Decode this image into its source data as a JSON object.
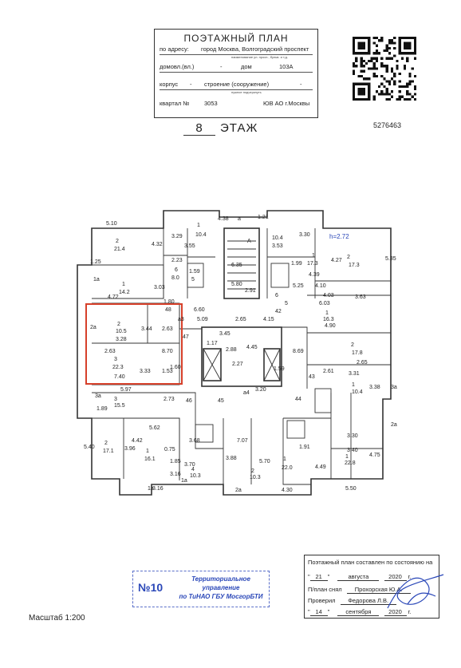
{
  "header": {
    "title": "ПОЭТАЖНЫЙ ПЛАН",
    "address_label": "по адресу:",
    "address_value": "город Москва, Волгоградский проспект",
    "address_hint": "наименование ул. просп., бульв. и т.д.",
    "house_label": "домовл.(вл.)",
    "house_value": "-",
    "dom_label": "дом",
    "dom_value": "103А",
    "korpus_label": "корпус",
    "korpus_value": "-",
    "building_label": "строение (сооружение)",
    "building_value": "-",
    "building_hint": "нужное подчеркнуть",
    "kvartal_label": "квартал №",
    "kvartal_value": "3053",
    "district_value": "ЮВ АО г.Москвы"
  },
  "floor": {
    "number": "8",
    "label": "ЭТАЖ"
  },
  "doc_code": "5276463",
  "plan": {
    "height_label": "h=2.72",
    "labels": [
      {
        "t": "4.38"
      },
      {
        "t": "а"
      },
      {
        "t": "1.21"
      },
      {
        "t": "5.10"
      },
      {
        "t": "2"
      },
      {
        "t": "21.4"
      },
      {
        "t": "4.32"
      },
      {
        "t": "3.29"
      },
      {
        "t": "1"
      },
      {
        "t": "10.4"
      },
      {
        "t": "3.55"
      },
      {
        "t": "А"
      },
      {
        "t": "3.53"
      },
      {
        "t": "10.4"
      },
      {
        "t": "3.30"
      },
      {
        "t": "1.25"
      },
      {
        "t": "2.23"
      },
      {
        "t": "6"
      },
      {
        "t": "8.0"
      },
      {
        "t": "1.59"
      },
      {
        "t": "5"
      },
      {
        "t": "1.99"
      },
      {
        "t": "1"
      },
      {
        "t": "17.3"
      },
      {
        "t": "4.39"
      },
      {
        "t": "4.27"
      },
      {
        "t": "2"
      },
      {
        "t": "17.3"
      },
      {
        "t": "5.35"
      },
      {
        "t": "1а"
      },
      {
        "t": "1"
      },
      {
        "t": "14.2"
      },
      {
        "t": "4.72"
      },
      {
        "t": "3.03"
      },
      {
        "t": "1.80"
      },
      {
        "t": "2.91"
      },
      {
        "t": "6.35"
      },
      {
        "t": "5.80"
      },
      {
        "t": "6"
      },
      {
        "t": "5"
      },
      {
        "t": "5.25"
      },
      {
        "t": "4.10"
      },
      {
        "t": "4.03"
      },
      {
        "t": "3.63"
      },
      {
        "t": "6.60"
      },
      {
        "t": "48"
      },
      {
        "t": "а3"
      },
      {
        "t": "5.09"
      },
      {
        "t": "2.65"
      },
      {
        "t": "4.15"
      },
      {
        "t": "42"
      },
      {
        "t": "6.03"
      },
      {
        "t": "1"
      },
      {
        "t": "16.3"
      },
      {
        "t": "4.90"
      },
      {
        "t": "2а"
      },
      {
        "t": "2"
      },
      {
        "t": "10.5"
      },
      {
        "t": "3.44"
      },
      {
        "t": "2.63"
      },
      {
        "t": "3.28"
      },
      {
        "t": "47"
      },
      {
        "t": "3.45"
      },
      {
        "t": "1.17"
      },
      {
        "t": "2.27"
      },
      {
        "t": "4.45"
      },
      {
        "t": "8.70"
      },
      {
        "t": "8.69"
      },
      {
        "t": "2.88"
      },
      {
        "t": "2"
      },
      {
        "t": "17.8"
      },
      {
        "t": "2.65"
      },
      {
        "t": "2.63"
      },
      {
        "t": "3"
      },
      {
        "t": "22.3"
      },
      {
        "t": "3.33"
      },
      {
        "t": "1.60"
      },
      {
        "t": "7.40"
      },
      {
        "t": "1.53"
      },
      {
        "t": "1.59"
      },
      {
        "t": "43"
      },
      {
        "t": "2.61"
      },
      {
        "t": "3.31"
      },
      {
        "t": "1"
      },
      {
        "t": "10.4"
      },
      {
        "t": "3.38"
      },
      {
        "t": "5.97"
      },
      {
        "t": "3а"
      },
      {
        "t": "3"
      },
      {
        "t": "15.5"
      },
      {
        "t": "2.73"
      },
      {
        "t": "46"
      },
      {
        "t": "45"
      },
      {
        "t": "а4"
      },
      {
        "t": "3.20"
      },
      {
        "t": "44"
      },
      {
        "t": "1.89"
      },
      {
        "t": "3а"
      },
      {
        "t": "2а"
      },
      {
        "t": "5.62"
      },
      {
        "t": "3.68"
      },
      {
        "t": "7.07"
      },
      {
        "t": "5.40"
      },
      {
        "t": "2"
      },
      {
        "t": "17.1"
      },
      {
        "t": "4.42"
      },
      {
        "t": "1"
      },
      {
        "t": "16.1"
      },
      {
        "t": "3.96"
      },
      {
        "t": "0.75"
      },
      {
        "t": "1.85"
      },
      {
        "t": "3.70"
      },
      {
        "t": "3.16"
      },
      {
        "t": "4"
      },
      {
        "t": "10.3"
      },
      {
        "t": "3.88"
      },
      {
        "t": "2"
      },
      {
        "t": "10.3"
      },
      {
        "t": "5.70"
      },
      {
        "t": "1"
      },
      {
        "t": "22.0"
      },
      {
        "t": "4.30"
      },
      {
        "t": "1.91"
      },
      {
        "t": "4.49"
      },
      {
        "t": "1"
      },
      {
        "t": "22.8"
      },
      {
        "t": "5.50"
      },
      {
        "t": "3.40"
      },
      {
        "t": "3.30"
      },
      {
        "t": "1а"
      },
      {
        "t": "2а"
      },
      {
        "t": "3.16"
      },
      {
        "t": "1а"
      },
      {
        "t": "4.75"
      }
    ]
  },
  "stamp": {
    "number": "№10",
    "line1": "Территориальное",
    "line2": "управление",
    "line3": "по ТиНАО ГБУ МосгорБТИ"
  },
  "certificate": {
    "line1": "Поэтажный план составлен по состоянию на",
    "d1_day": "21",
    "d1_month": "августа",
    "d1_year": "2020",
    "year_suffix": "г.",
    "taken_label": "П/план снял",
    "taken_name": "Прохорская Ю.А.",
    "checked_label": "Проверил",
    "checked_name": "Федорова Л.В.",
    "d2_day": "14",
    "d2_month": "сентября",
    "d2_year": "2020"
  },
  "scale": "Масштаб 1:200",
  "colors": {
    "highlight": "#d6402a",
    "stamp": "#2a47b8",
    "line": "#333333"
  }
}
